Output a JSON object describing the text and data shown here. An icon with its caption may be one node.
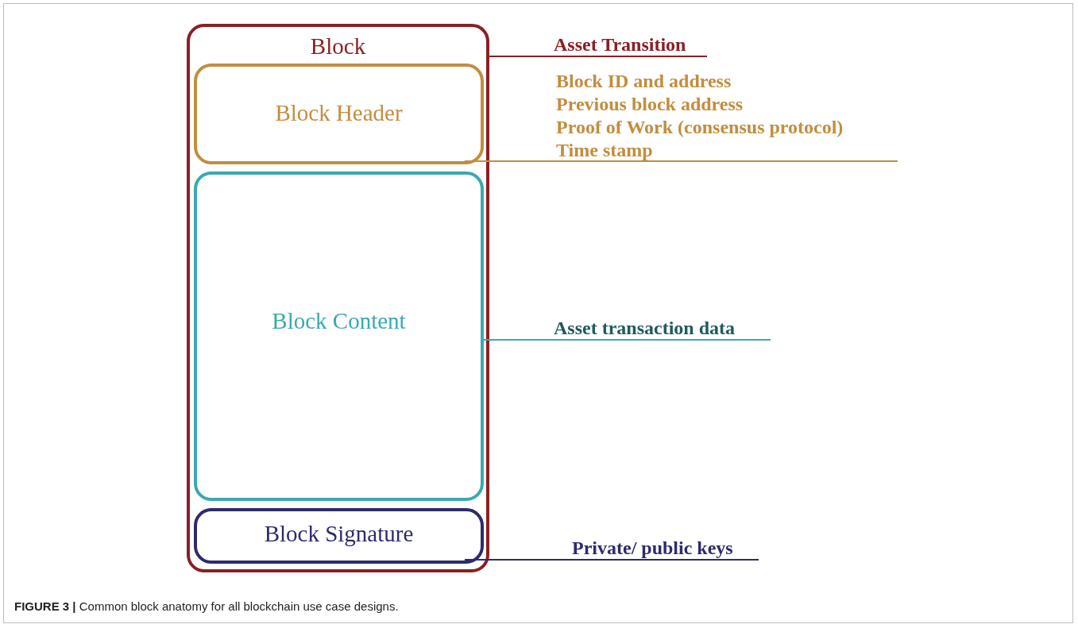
{
  "diagram": {
    "caption": "**FIGURE 3 |** Common block anatomy for all blockchain use case designs.",
    "nodes": [
      {
        "text": [
          "Block"
        ]
      },
      {
        "text": [
          "Block Header"
        ],
        "in": 0
      },
      {
        "text": [
          "Block Content"
        ],
        "in": 0
      },
      {
        "text": [
          "Block Signature"
        ],
        "in": 0
      },
      {
        "text": [
          "Asset Transition"
        ]
      },
      {
        "text": [
          "Block ID and address",
          "Previous block address",
          "Proof of Work (consensus protocol)",
          "Time stamp"
        ]
      },
      {
        "text": [
          "Asset transaction data"
        ]
      },
      {
        "text": [
          "Private/ public keys"
        ]
      }
    ],
    "edges": [
      {
        "from": 4,
        "to": 0,
        "arrow": "none",
        "color": "#8b1f24"
      },
      {
        "from": 5,
        "to": 1,
        "arrow": "none",
        "color": "#c38d3e"
      },
      {
        "from": 6,
        "to": 2,
        "arrow": "none",
        "color": "#3aa9b0"
      },
      {
        "from": 7,
        "to": 3,
        "arrow": "none",
        "color": "#2d2b6e"
      }
    ]
  }
}
